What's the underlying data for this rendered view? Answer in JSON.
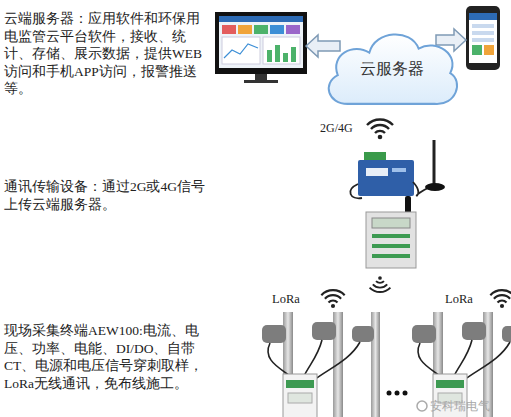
{
  "diagram": {
    "nodes": [
      {
        "text": [
          "云服务器"
        ]
      }
    ],
    "labels": [
      "云端服务器：应用软件和环保用电监管云平台软件，接收、统计、存储、展示数据，提供WEB访问和手机APP访问，报警推送等。",
      "通讯传输设备：通过2G或4G信号上传云端服务器。",
      "现场采集终端AEW100:电流、电压、功率、电能、DI/DO、自带CT、电源和电压信号穿刺取样，LoRa无线通讯，免布线施工。",
      "2G/4G",
      "LoRa",
      "LoRa",
      "安科瑞电气"
    ]
  }
}
